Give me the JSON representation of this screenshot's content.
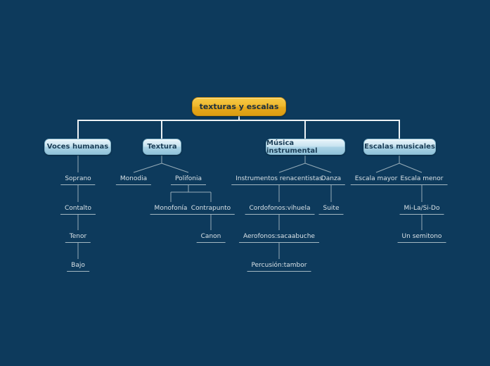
{
  "mindmap": {
    "root_label": "texturas y escalas",
    "branches": [
      {
        "label": "Voces humanas",
        "children": [
          {
            "label": "Soprano"
          },
          {
            "label": "Contalto"
          },
          {
            "label": "Tenor"
          },
          {
            "label": "Bajo"
          }
        ]
      },
      {
        "label": "Textura",
        "children": [
          {
            "label": "Monodia"
          },
          {
            "label": "Polifonia",
            "children": [
              {
                "label": "Monofonía"
              },
              {
                "label": "Contrapunto",
                "children": [
                  {
                    "label": "Canon"
                  }
                ]
              }
            ]
          }
        ]
      },
      {
        "label": "Música instrumental",
        "children": [
          {
            "label": "Instrumentos renacentistas",
            "children": [
              {
                "label": "Cordofonos:vihuela",
                "children": [
                  {
                    "label": "Aerofonos:sacaabuche",
                    "children": [
                      {
                        "label": "Percusión:tambor"
                      }
                    ]
                  }
                ]
              }
            ]
          },
          {
            "label": "Danza",
            "children": [
              {
                "label": "Suite"
              }
            ]
          }
        ]
      },
      {
        "label": "Escalas musicales",
        "children": [
          {
            "label": "Escala mayor"
          },
          {
            "label": "Escala menor",
            "children": [
              {
                "label": "Mi-La/Si-Do",
                "children": [
                  {
                    "label": "Un semitono"
                  }
                ]
              }
            ]
          }
        ]
      }
    ],
    "colors": {
      "background": "#0d3a5c",
      "root_fill_top": "#f7ca45",
      "root_fill_bottom": "#dc9d12",
      "root_border": "#c08a10",
      "branch_fill_top": "#e9f5fb",
      "branch_fill_bottom": "#90c2da",
      "branch_text": "#1a3d56",
      "leaf_text": "#d9e2e7",
      "main_connector": "#edf2f5",
      "sub_connector": "#96acb8"
    }
  }
}
